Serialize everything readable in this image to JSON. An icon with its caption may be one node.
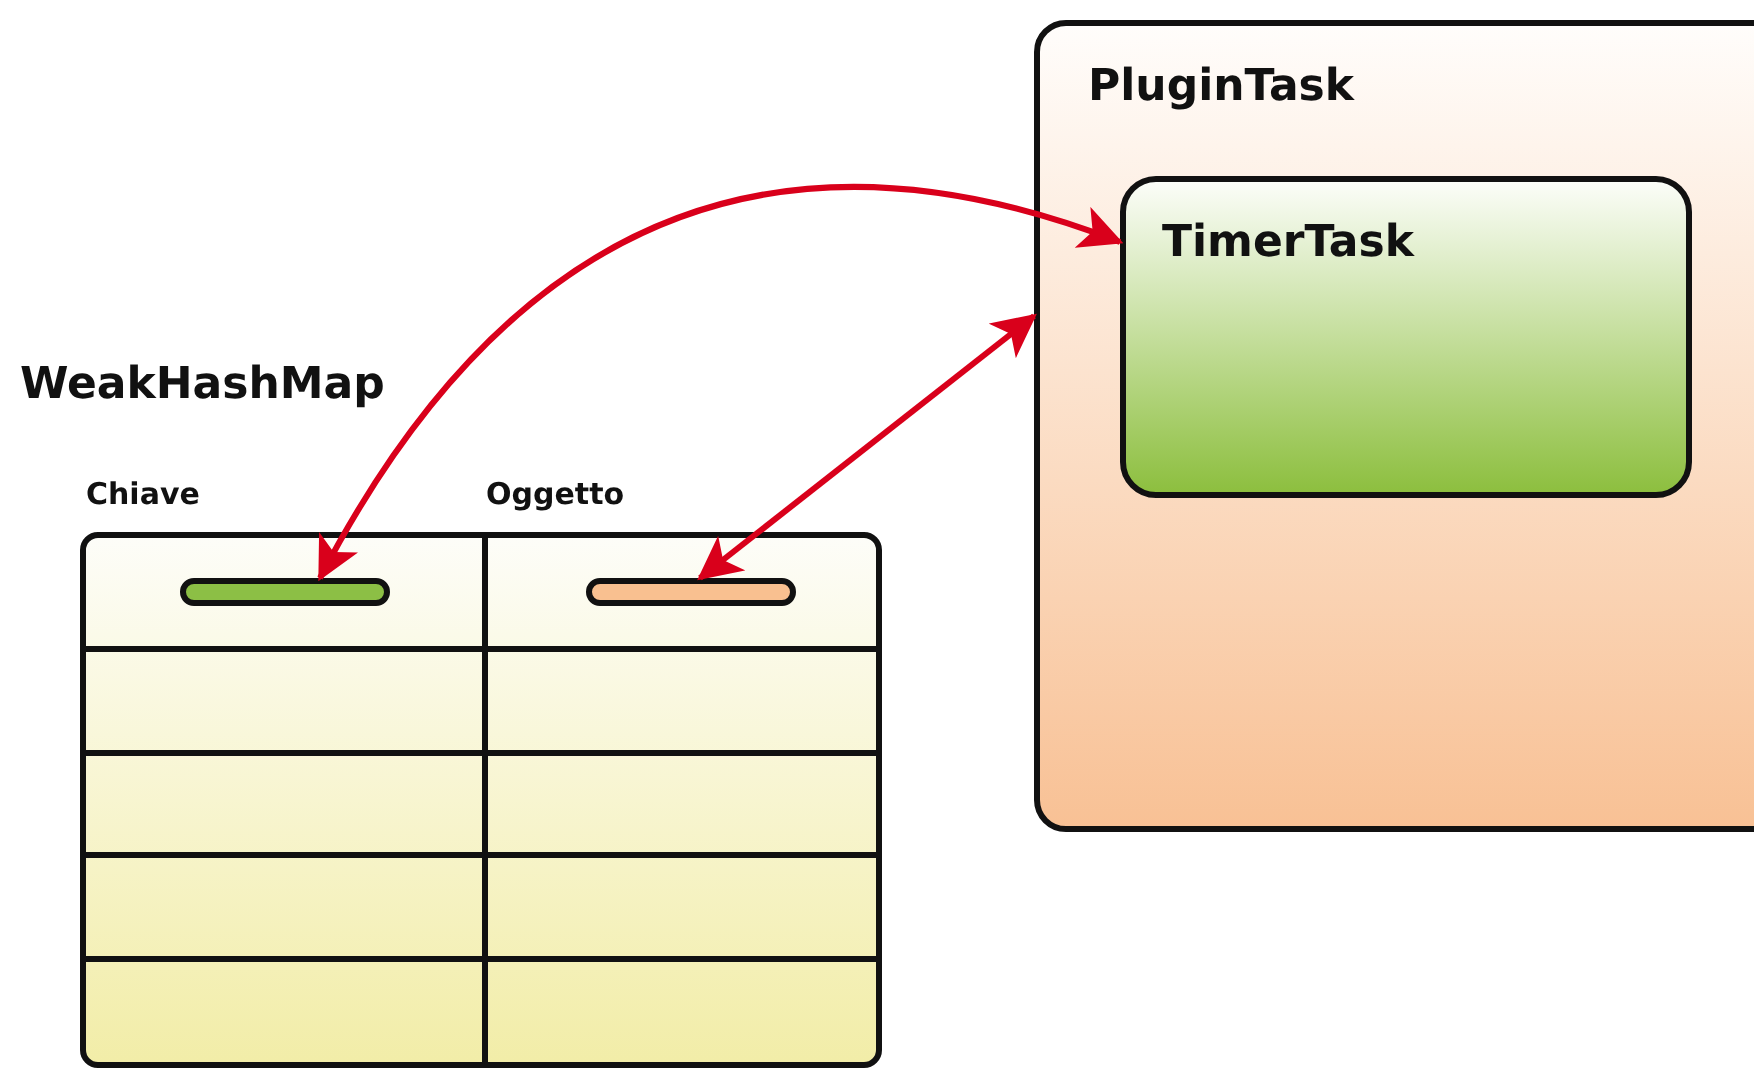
{
  "diagram": {
    "nodes": [
      {
        "text": [
          "PluginTask"
        ]
      },
      {
        "text": [
          "TimerTask"
        ],
        "in": 0
      },
      {
        "text": [
          "WeakHashMap"
        ]
      },
      {
        "text": [],
        "shape": "bar",
        "in": 2
      },
      {
        "text": [],
        "shape": "bar",
        "in": 2
      }
    ],
    "edges": [
      {
        "from": 3,
        "to": 1,
        "arrow": "both"
      },
      {
        "from": 4,
        "to": 0,
        "arrow": "both"
      }
    ],
    "labels": [
      "Chiave",
      "Oggetto"
    ]
  }
}
